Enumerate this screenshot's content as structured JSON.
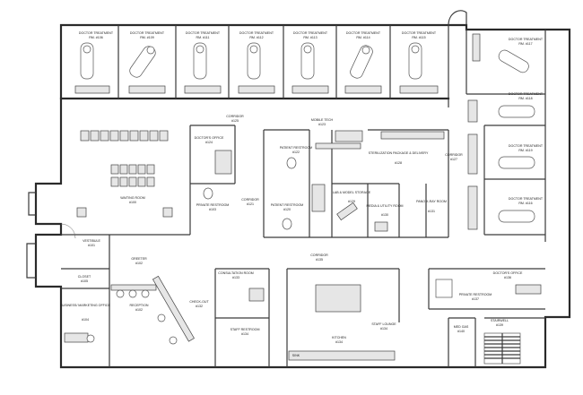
{
  "plan": {
    "rooms": {
      "op1": {
        "name": "DOCTOR TREATMENT",
        "number": "RM. #106"
      },
      "op2": {
        "name": "DOCTOR TREATMENT",
        "number": "RM. #109"
      },
      "op3": {
        "name": "DOCTOR TREATMENT",
        "number": "RM. #111"
      },
      "op4": {
        "name": "DOCTOR TREATMENT",
        "number": "RM. #112"
      },
      "op5": {
        "name": "DOCTOR TREATMENT",
        "number": "RM. #113"
      },
      "op6": {
        "name": "DOCTOR TREATMENT",
        "number": "RM. #114"
      },
      "op7": {
        "name": "DOCTOR TREATMENT",
        "number": "RM. #115"
      },
      "op_r1": {
        "name": "DOCTOR TREATMENT",
        "number": "RM. #117"
      },
      "op_r2": {
        "name": "DOCTOR TREATMENT",
        "number": "RM. #118"
      },
      "op_r3": {
        "name": "DOCTOR TREATMENT",
        "number": "RM. #119"
      },
      "op_r4": {
        "name": "DOCTOR TREATMENT",
        "number": "RM. #116"
      },
      "corridor_top": {
        "name": "CORRIDOR",
        "number": "#125"
      },
      "doctors_office_1": {
        "name": "DOCTOR'S OFFICE",
        "number": "#124"
      },
      "mobile_tech": {
        "name": "MOBILE TECH",
        "number": "#123"
      },
      "patient_restroom_1": {
        "name": "PATIENT RESTROOM",
        "number": "#122"
      },
      "sterilization": {
        "name": "STERILIZATION PACKAGE & DELIVERY",
        "number": "#128"
      },
      "corridor_right": {
        "name": "CORRIDOR",
        "number": "#127"
      },
      "waiting": {
        "name": "WAITING ROOM",
        "number": "#100"
      },
      "private_restroom_1": {
        "name": "PRIVATE RESTROOM",
        "number": "#103"
      },
      "corridor_mid": {
        "name": "CORRIDOR",
        "number": "#121"
      },
      "patient_restroom_2": {
        "name": "PATIENT RESTROOM",
        "number": "#120"
      },
      "lab": {
        "name": "LAB & MODEL STORAGE",
        "number": "#129"
      },
      "media": {
        "name": "MEDIA & UTILITY ROOM",
        "number": "#130"
      },
      "pano": {
        "name": "PANO X-RAY ROOM",
        "number": "#131"
      },
      "vestibule": {
        "name": "VESTIBULE",
        "number": "#101"
      },
      "greeter": {
        "name": "GREETER",
        "number": "#102"
      },
      "corridor_low": {
        "name": "CORRIDOR",
        "number": "#135"
      },
      "doctors_office_2": {
        "name": "DOCTOR'S OFFICE",
        "number": "#136"
      },
      "closet": {
        "name": "CLOSET",
        "number": "#105"
      },
      "business": {
        "name": "BUSINESS/ MARKETING OFFICE",
        "number": "#104"
      },
      "reception": {
        "name": "RECEPTION",
        "number": "#102"
      },
      "consultation": {
        "name": "CONSULTATION ROOM",
        "number": "#133"
      },
      "checkout": {
        "name": "CHECK-OUT",
        "number": "#132"
      },
      "private_restroom_2": {
        "name": "PRIVATE RESTROOM",
        "number": "#137"
      },
      "staff_restroom": {
        "name": "STAFF RESTROOM",
        "number": "#134"
      },
      "staff_lounge": {
        "name": "STAFF LOUNGE",
        "number": "#134"
      },
      "kitchen": {
        "name": "KITCHEN",
        "number": "#134"
      },
      "med_gas": {
        "name": "MED GAS",
        "number": "#140"
      },
      "stairwell": {
        "name": "STAIRWELL",
        "number": "#139"
      }
    },
    "sink_label": "SINK"
  }
}
